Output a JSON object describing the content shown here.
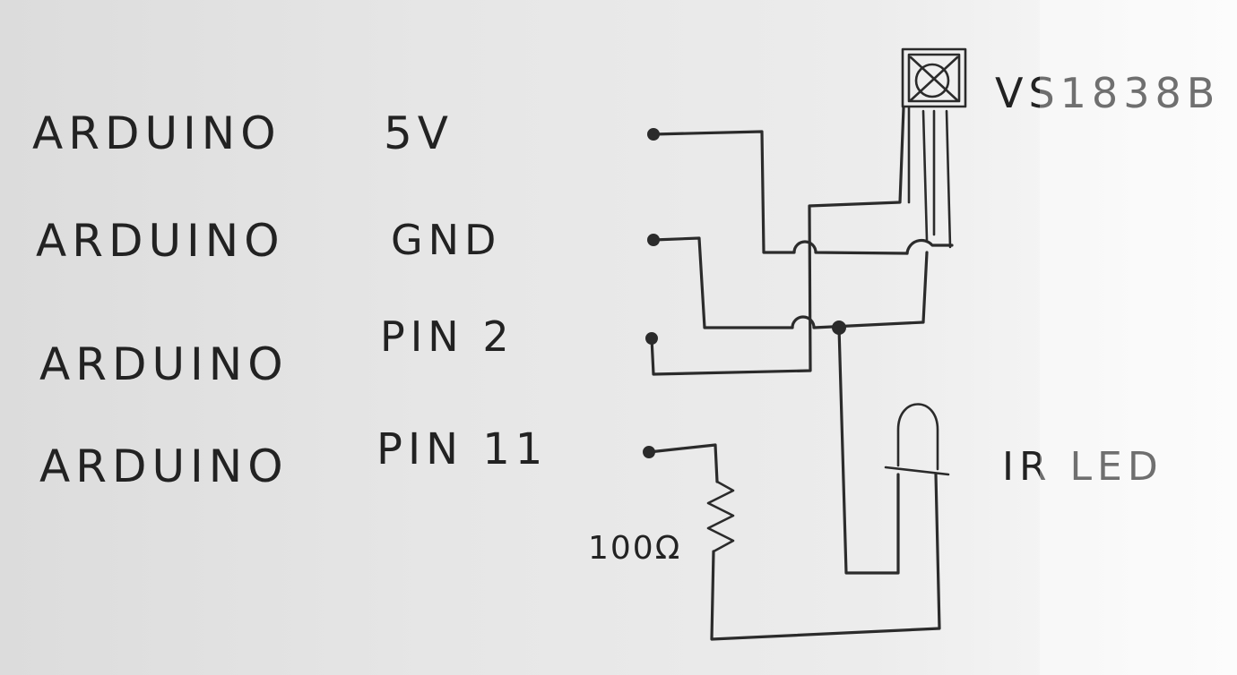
{
  "rows": [
    {
      "device": "ARDUINO",
      "pin": "5V"
    },
    {
      "device": "ARDUINO",
      "pin": "GND"
    },
    {
      "device": "ARDUINO",
      "pin": "PIN 2"
    },
    {
      "device": "ARDUINO",
      "pin": "PIN 11"
    }
  ],
  "components": {
    "receiver": "VS1838B",
    "led": "IR LED",
    "resistor": "100Ω"
  },
  "colors": {
    "ink": "#2b2b2b",
    "paper": "#e6e6e6"
  }
}
